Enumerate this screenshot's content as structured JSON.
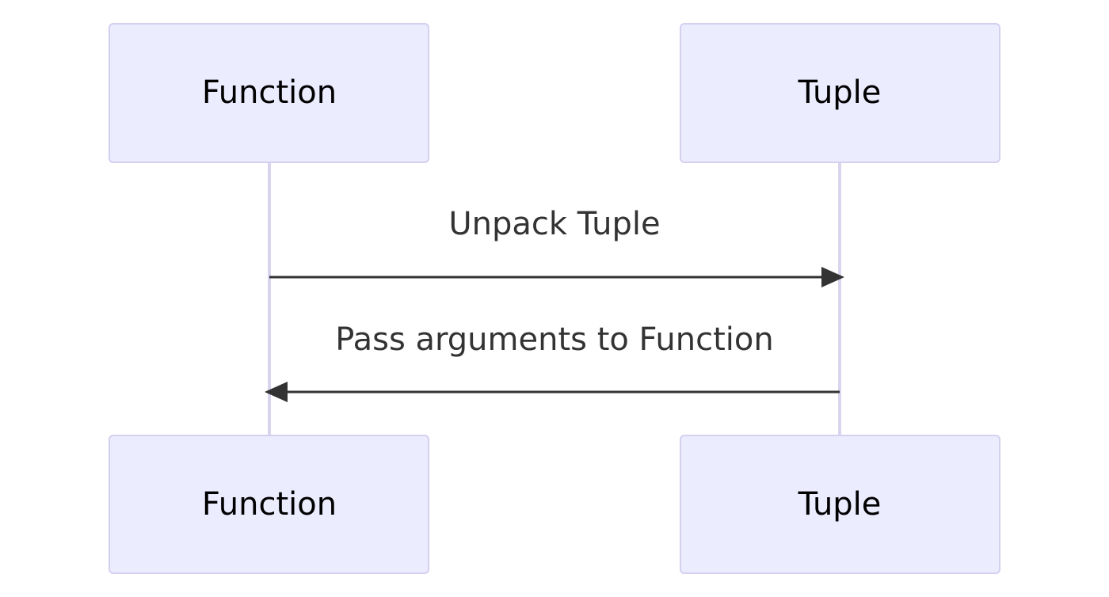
{
  "participants": {
    "function": {
      "top_label": "Function",
      "bottom_label": "Function"
    },
    "tuple": {
      "top_label": "Tuple",
      "bottom_label": "Tuple"
    }
  },
  "messages": [
    {
      "from": "Function",
      "to": "Tuple",
      "label": "Unpack Tuple"
    },
    {
      "from": "Tuple",
      "to": "Function",
      "label": "Pass arguments to Function"
    }
  ],
  "colors": {
    "actor_fill": "#ECECFF",
    "actor_border": "#D5CFF0",
    "lifeline": "#DAD4EE",
    "message": "#333333"
  }
}
